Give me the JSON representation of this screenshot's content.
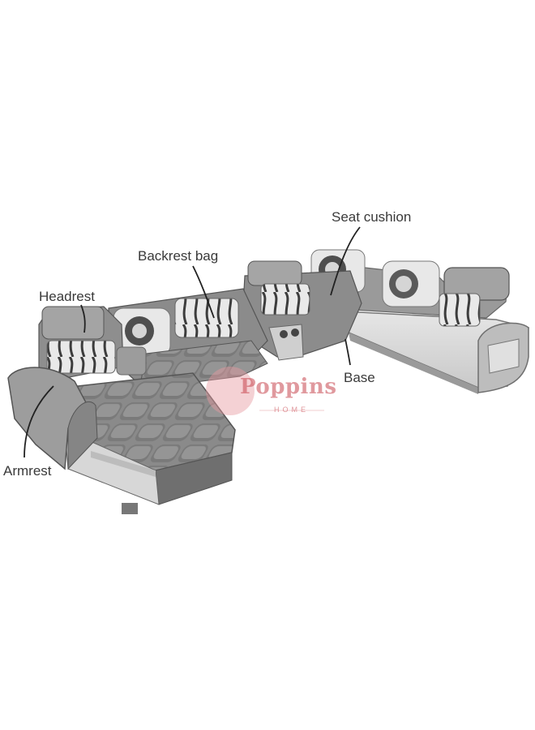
{
  "labels": {
    "seat_cushion": "Seat cushion",
    "backrest_bag": "Backrest bag",
    "headrest": "Headrest",
    "base": "Base",
    "armrest": "Armrest"
  },
  "watermark": {
    "brand": "Poppins",
    "sub": "HOME",
    "color": "#c8464f"
  }
}
